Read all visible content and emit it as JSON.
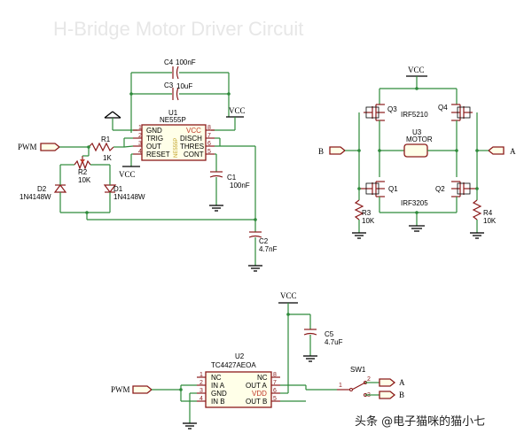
{
  "header_blur": "H-Bridge Motor Driver Circuit",
  "labels": {
    "pwm1": "PWM",
    "pwm2": "PWM",
    "net_b": "B",
    "net_a": "A",
    "net_b2": "B",
    "net_a2": "A",
    "vcc_555": "VCC",
    "vcc_555_bottom": "VCC",
    "vcc_h": "VCC",
    "vcc_tc": "VCC"
  },
  "components": {
    "c4": {
      "ref": "C4",
      "value": "100nF"
    },
    "c3": {
      "ref": "C3",
      "value": "10uF"
    },
    "u1": {
      "ref": "U1",
      "part": "NE555P",
      "inner": "NE555P"
    },
    "r1": {
      "ref": "R1",
      "value": "1K"
    },
    "r2": {
      "ref": "R2",
      "value": "10K"
    },
    "d1": {
      "ref": "D1",
      "part": "1N4148W"
    },
    "d2": {
      "ref": "D2",
      "part": "1N4148W"
    },
    "c1": {
      "ref": "C1",
      "value": "100nF"
    },
    "c2": {
      "ref": "C2",
      "value": "4.7nF"
    },
    "q1": {
      "ref": "Q1"
    },
    "q2": {
      "ref": "Q2"
    },
    "q3": {
      "ref": "Q3"
    },
    "q4": {
      "ref": "Q4"
    },
    "upper_part": "IRF5210",
    "lower_part": "IRF3205",
    "u3": {
      "ref": "U3",
      "part": "MOTOR"
    },
    "r3": {
      "ref": "R3",
      "value": "10K"
    },
    "r4": {
      "ref": "R4",
      "value": "10K"
    },
    "c5": {
      "ref": "C5",
      "value": "4.7uF"
    },
    "u2": {
      "ref": "U2",
      "part": "TC4427AEOA"
    },
    "sw1": {
      "ref": "SW1"
    }
  },
  "ne555_pins": {
    "left": [
      {
        "num": "1",
        "name": "GND"
      },
      {
        "num": "2",
        "name": "TRIG"
      },
      {
        "num": "3",
        "name": "OUT"
      },
      {
        "num": "4",
        "name": "RESET"
      }
    ],
    "right": [
      {
        "num": "8",
        "name": "VCC"
      },
      {
        "num": "7",
        "name": "DISCH"
      },
      {
        "num": "6",
        "name": "THRES"
      },
      {
        "num": "5",
        "name": "CONT"
      }
    ]
  },
  "tc4427_pins": {
    "left": [
      {
        "num": "1",
        "name": "NC"
      },
      {
        "num": "2",
        "name": "IN A"
      },
      {
        "num": "3",
        "name": "GND"
      },
      {
        "num": "4",
        "name": "IN B"
      }
    ],
    "right": [
      {
        "num": "8",
        "name": "NC"
      },
      {
        "num": "7",
        "name": "OUT A"
      },
      {
        "num": "6",
        "name": "VDD"
      },
      {
        "num": "5",
        "name": "OUT B"
      }
    ]
  },
  "switch_pins": {
    "p1": "1",
    "p2": "2",
    "p3": "3"
  },
  "watermark": "头条 @电子猫咪的猫小七"
}
